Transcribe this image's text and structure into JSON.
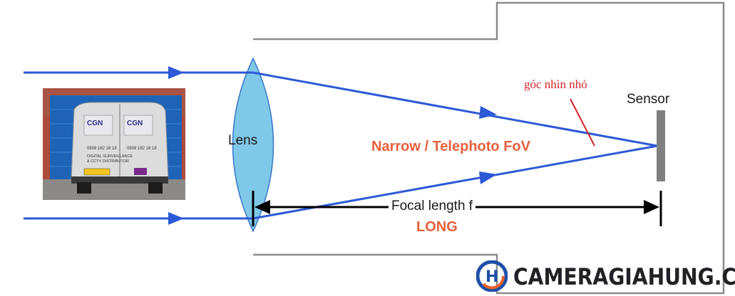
{
  "labels": {
    "lens": "Lens",
    "sensor": "Sensor",
    "fov": "Narrow / Telephoto FoV",
    "focal_length": "Focal length f",
    "focal_size": "LONG",
    "view_angle": "góc nhìn nhỏ"
  },
  "brand": {
    "name": "CAMERAGIAHUNG.COM",
    "logo_letter": "H"
  },
  "photo": {
    "van_text_lines": [
      "CGN",
      "CGN",
      "DIGITAL SURVEILLANCE",
      "& CCTV DISTRIBUTOR",
      "0808 182 18 18"
    ]
  },
  "colors": {
    "ray": "#2c59d6",
    "lens_fill": "#7fc8e8",
    "accent_text": "#e8603c",
    "annotation": "#d0242a",
    "sensor": "#808080",
    "body_outline": "#8a8a8a"
  }
}
